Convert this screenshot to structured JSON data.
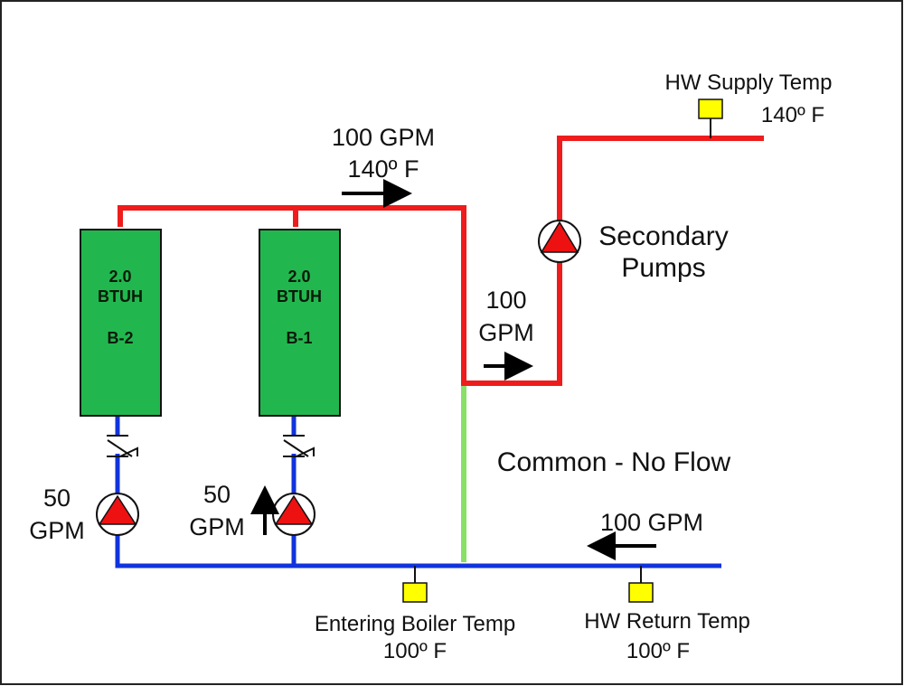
{
  "colors": {
    "supply": "#ee1c1c",
    "return": "#1133dd",
    "common": "#88e066",
    "boiler": "#22b74e",
    "sensor": "#ffff00",
    "pump_fill": "#ee1111"
  },
  "boilers": [
    {
      "capacity": "2.0",
      "unit": "BTUH",
      "tag": "B-2"
    },
    {
      "capacity": "2.0",
      "unit": "BTUH",
      "tag": "B-1"
    }
  ],
  "supply_header": {
    "flow": "100 GPM",
    "temp": "140º F"
  },
  "secondary_branch": {
    "flow_line1": "100",
    "flow_line2": "GPM"
  },
  "secondary_pumps": {
    "line1": "Secondary",
    "line2": "Pumps"
  },
  "hw_supply_sensor": {
    "label": "HW Supply Temp",
    "temp": "140º F"
  },
  "common_pipe": {
    "label": "Common - No Flow"
  },
  "return_header": {
    "flow": "100 GPM"
  },
  "primary_pumps": [
    {
      "flow_line1": "50",
      "flow_line2": "GPM"
    },
    {
      "flow_line1": "50",
      "flow_line2": "GPM"
    }
  ],
  "entering_boiler_sensor": {
    "label": "Entering Boiler Temp",
    "temp": "100º F"
  },
  "hw_return_sensor": {
    "label": "HW Return Temp",
    "temp": "100º F"
  },
  "icons": [
    "pump-icon",
    "check-valve-icon",
    "temperature-sensor-icon",
    "flow-arrow-icon"
  ]
}
